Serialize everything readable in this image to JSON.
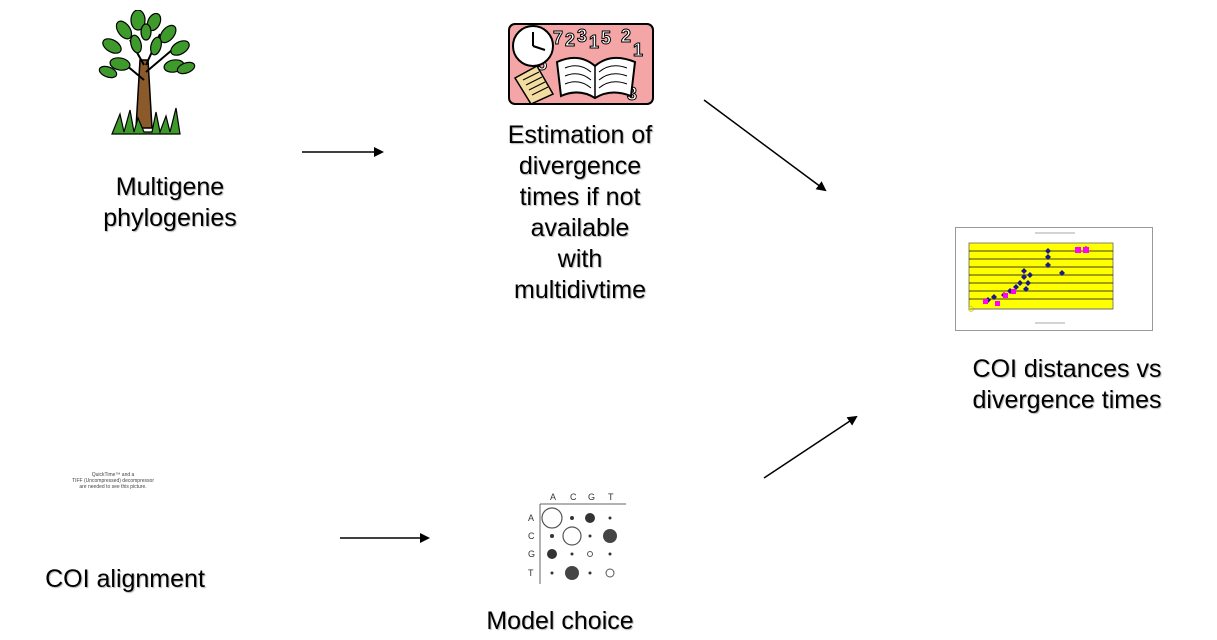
{
  "nodes": {
    "phylogenies": {
      "label": "Multigene\nphylogenies",
      "icon": "tree-icon"
    },
    "divergence": {
      "label": "Estimation of\ndivergence\ntimes if not\navailable\nwith\nmultidivtime",
      "icon": "clock-book-icon"
    },
    "result": {
      "label": "COI distances vs\ndivergence times",
      "icon": "scatter-chart-thumbnail"
    },
    "alignment": {
      "label": "COI alignment",
      "placeholder": "QuickTime™ and a\nTIFF (Uncompressed) decompressor\nare needed to see this picture."
    },
    "model": {
      "label": "Model choice",
      "icon": "substitution-matrix-icon",
      "matrix_headers": [
        "A",
        "C",
        "G",
        "T"
      ]
    }
  },
  "colors": {
    "leaf": "#3f9a2c",
    "trunk": "#8b5a2b",
    "clock_bg": "#f4a6a6",
    "chart_bg": "#ffff00",
    "series_a": "#1a1a8c",
    "series_b": "#ff00ff"
  }
}
